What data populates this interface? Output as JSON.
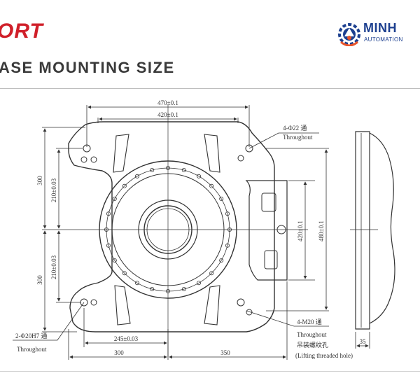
{
  "header": {
    "brand_fragment": "ORT",
    "title": "ASE MOUNTING SIZE"
  },
  "logo": {
    "name": "MINH",
    "subtitle": "AUTOMATION",
    "icon": "gear-robot-icon",
    "colors": {
      "primary": "#1c3f8f",
      "accent": "#e8542a"
    }
  },
  "colors": {
    "brand_red": "#d0202a",
    "line": "#333333"
  },
  "drawing": {
    "dim_top_outer": "470±0.1",
    "dim_top_inner": "420±0.1",
    "dim_left_300_top": "300",
    "dim_left_300_bottom": "300",
    "dim_left_210_top": "210±0.03",
    "dim_left_210_bottom": "210±0.03",
    "dim_right_420": "420±0.1",
    "dim_right_480": "480±0.1",
    "dim_bottom_245": "245±0.03",
    "dim_bottom_300": "300",
    "dim_bottom_350": "350",
    "dim_side_35": "35",
    "callout_top_right_spec": "4-Φ22 通",
    "callout_top_right_note": "Throughout",
    "callout_bottom_left_spec": "2-Φ20H7 通",
    "callout_bottom_left_note": "Throughout",
    "callout_bottom_right_spec": "4-M20 通",
    "callout_bottom_right_note": "Throughout",
    "callout_bottom_right_cn": "吊装螺纹孔",
    "callout_bottom_right_en": "(Lifting threaded hole)"
  }
}
